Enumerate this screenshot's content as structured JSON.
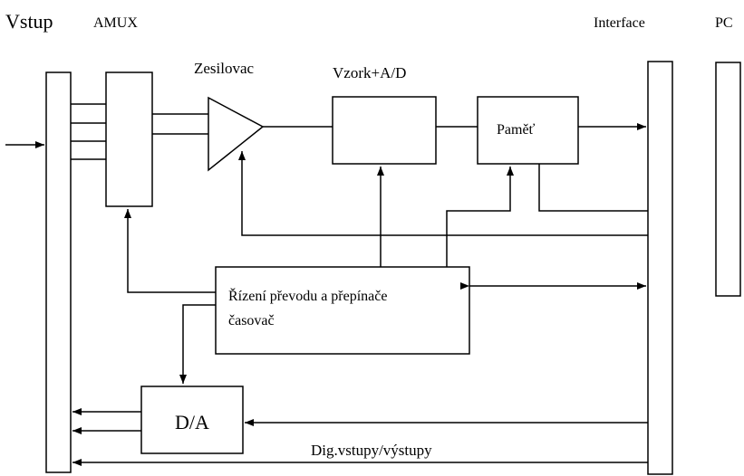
{
  "labels": {
    "vstup": "Vstup",
    "amux": "AMUX",
    "interface": "Interface",
    "pc": "PC",
    "zesilovac": "Zesilovac",
    "vzork_ad": "Vzork+A/D",
    "pamet": "Paměť",
    "rizeni_line1": "Řízení převodu a přepínače",
    "rizeni_line2": "časovač",
    "da": "D/A",
    "dig": "Dig.vstupy/výstupy"
  }
}
